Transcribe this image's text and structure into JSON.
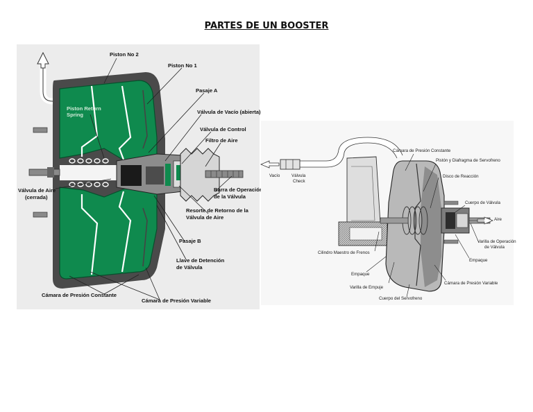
{
  "title": "PARTES DE UN BOOSTER",
  "left_diagram": {
    "labels": {
      "piston_no2": "Piston No 2",
      "piston_no1": "Piston No 1",
      "pasaje_a": "Pasaje A",
      "valvula_vacio": "Válvula de Vacío (abierta)",
      "valvula_control": "Válvula de Control",
      "filtro_aire": "Filtro de Aire",
      "piston_return_1": "Piston Return",
      "piston_return_2": "Spring",
      "valvula_aire_1": "Válvula de Aire",
      "valvula_aire_2": "(cerrada)",
      "barra_1": "Barra de Operación",
      "barra_2": "de la Válvula",
      "resorte_1": "Resorte de Retorno de la",
      "resorte_2": "Válvula de Aire",
      "pasaje_b": "Pasaje B",
      "llave_1": "Llave de Detención",
      "llave_2": "de Válvula",
      "camara_constante": "Cámara de Presión Constante",
      "camara_variable": "Cámara de Presión Variable"
    }
  },
  "right_diagram": {
    "labels": {
      "camara_constante": "Cámara de Presión Constante",
      "piston_diafragma": "Pistón y Diafragma de Servofreno",
      "disco_reaccion": "Disco de Reacción",
      "vacio": "Vacío",
      "valvula_1": "Válvula",
      "valvula_2": "Check",
      "cuerpo_valvula": "Cuerpo de Válvula",
      "aire": "Aire",
      "varilla_op_1": "Varilla de Operación",
      "varilla_op_2": "de Válvula",
      "cilindro": "Cilindro Maestro de Frenos",
      "empaque_r": "Empaque",
      "empaque_l": "Empaque",
      "varilla_empuje": "Varilla de Empuje",
      "camara_variable": "Cámara de Presión Variable",
      "cuerpo_servo": "Cuerpo del Servofreno"
    }
  },
  "colors": {
    "green": "#0f8a4e",
    "green_dark": "#06502c",
    "metal": "#7d7d7d",
    "metal_dark": "#2d2d2d",
    "gray_body": "#b9b9b9",
    "gray_dark": "#8d8d8d"
  }
}
